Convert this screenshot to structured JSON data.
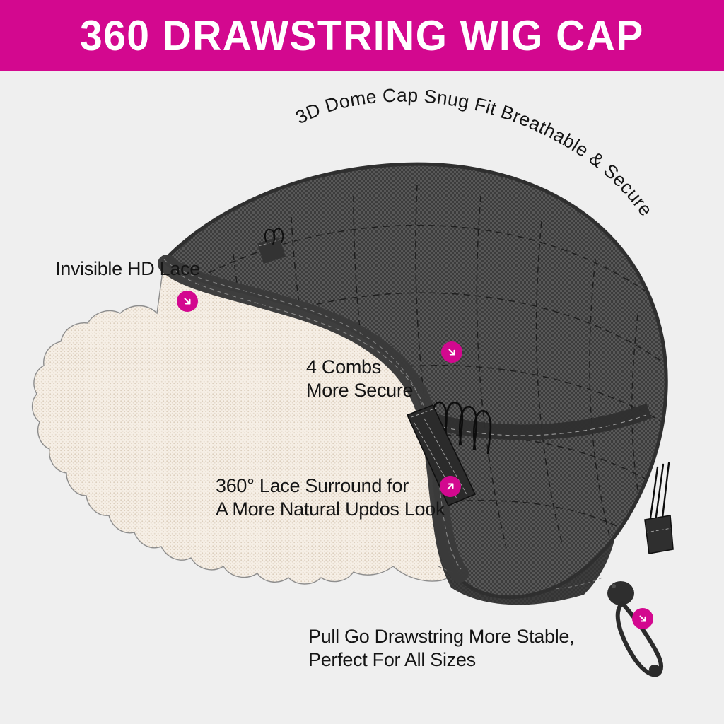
{
  "header": {
    "title": "360 DRAWSTRING WIG CAP",
    "background_color": "#d3088f",
    "text_color": "#ffffff"
  },
  "page": {
    "background_color": "#efefef",
    "text_color": "#151515",
    "accent_color": "#d3088f"
  },
  "labels": {
    "dome": "3D Dome Cap Snug Fit Breathable & Secure",
    "hd_lace": "Invisible HD Lace",
    "combs": "4 Combs\nMore Secure",
    "surround": "360° Lace Surround for\nA More Natural Updos Look",
    "drawstring": "Pull Go Drawstring More Stable,\nPerfect For All Sizes"
  },
  "badges": [
    {
      "name": "badge-hd-lace",
      "icon": "arrow-down-right-icon",
      "direction": "down-right"
    },
    {
      "name": "badge-combs",
      "icon": "arrow-down-right-icon",
      "direction": "down-right"
    },
    {
      "name": "badge-surround",
      "icon": "arrow-up-right-icon",
      "direction": "up-right"
    },
    {
      "name": "badge-drawstring",
      "icon": "arrow-down-right-icon",
      "direction": "down-right"
    }
  ],
  "product_colors": {
    "lace": "#f4ece2",
    "dome_mesh": "#4b4b4b",
    "dome_rim": "#3a3a3a",
    "mid_band": "#b9b9b9",
    "bottom_edge": "#4a4a4a",
    "drawstring": "#2e2e2e"
  }
}
